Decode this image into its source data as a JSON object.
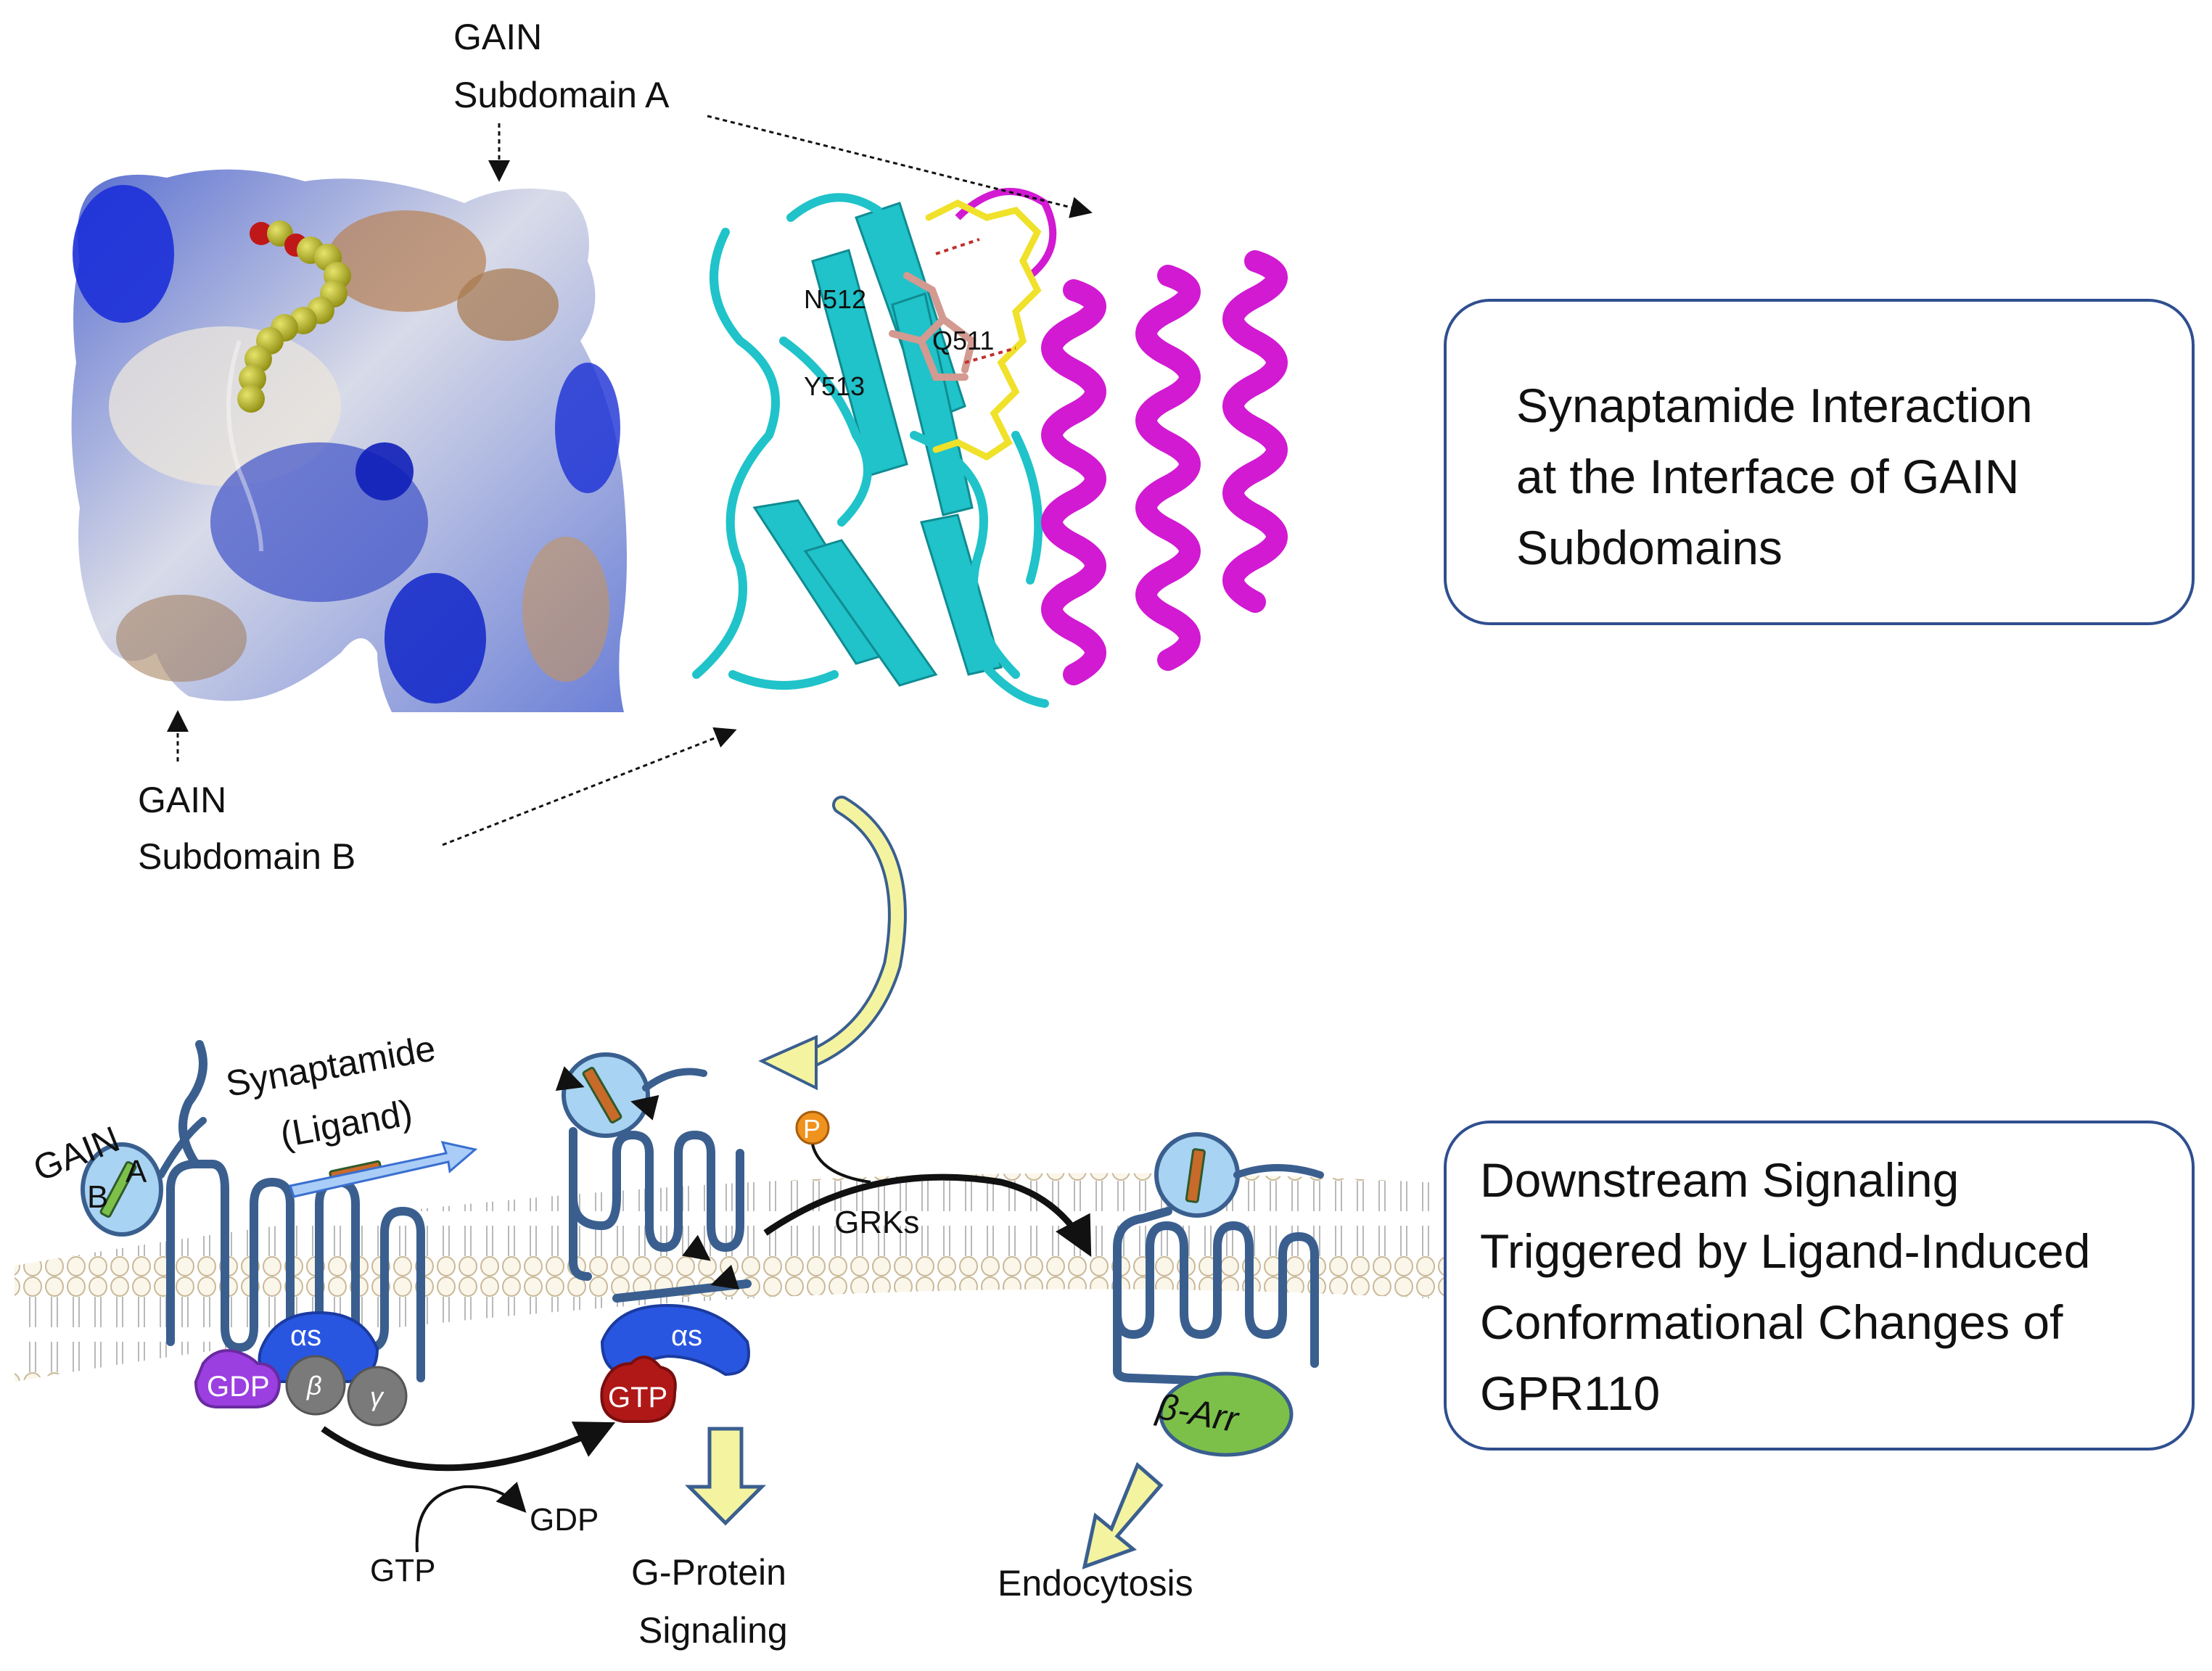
{
  "panels": {
    "surface_caption_top": {
      "line1": "GAIN",
      "line2": "Subdomain A"
    },
    "surface_caption_bottom": {
      "line1": "GAIN",
      "line2": "Subdomain B"
    },
    "residues": [
      "N512",
      "Q511",
      "Y513"
    ]
  },
  "info_boxes": [
    {
      "lines": [
        "Synaptamide Interaction",
        "at the Interface of GAIN",
        "Subdomains"
      ]
    },
    {
      "lines": [
        "Downstream Signaling",
        "Triggered by Ligand-Induced",
        "Conformational Changes of",
        "GPR110"
      ]
    }
  ],
  "pathway": {
    "gain_label": "GAIN",
    "subdomain_b": "B",
    "subdomain_a": "A",
    "ligand_label_1": "Synaptamide",
    "ligand_label_2": "(Ligand)",
    "alpha_s": "αs",
    "gdp": "GDP",
    "beta": "β",
    "gamma": "γ",
    "gtp_in": "GTP",
    "gdp_out": "GDP",
    "gtp": "GTP",
    "phosphate": "P",
    "grks": "GRKs",
    "beta_arr": "β-Arr",
    "out_g_protein_1": "G-Protein",
    "out_g_protein_2": "Signaling",
    "out_endocytosis": "Endocytosis"
  },
  "colors": {
    "receptor": "#3a5f8f",
    "gain_domain": "#a9d3f2",
    "ligand": "#c86a2a",
    "alpha_s": "#2956e0",
    "gdp": "#9b3fe0",
    "gtp": "#b01818",
    "beta_gamma": "#7a7a7a",
    "beta_arrestin": "#7cc04a",
    "phosphate": "#f0921e",
    "cyan_ribbon": "#20c6cc",
    "magenta_helix": "#d21ad2",
    "yellow_arrow": "#f4f3a0"
  }
}
